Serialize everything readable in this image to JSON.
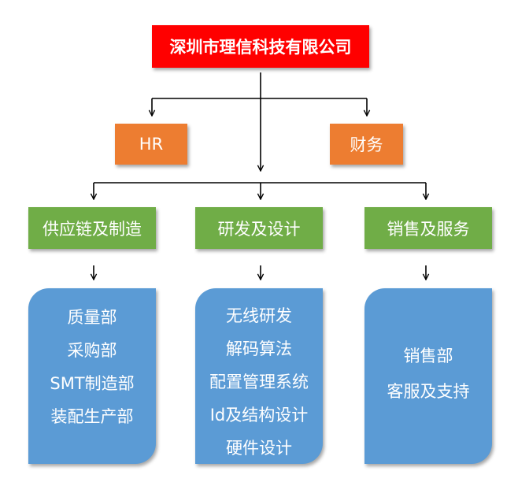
{
  "org": {
    "root": "深圳市理信科技有限公司",
    "hr": "HR",
    "finance": "财务",
    "departments": [
      {
        "name": "供应链及制造",
        "items": [
          "质量部",
          "采购部",
          "SMT制造部",
          "装配生产部"
        ]
      },
      {
        "name": "研发及设计",
        "items": [
          "无线研发",
          "解码算法",
          "配置管理系统",
          "Id及结构设计",
          "硬件设计"
        ]
      },
      {
        "name": "销售及服务",
        "items": [
          "销售部",
          "客服及支持"
        ]
      }
    ]
  },
  "colors": {
    "root": "#ff0000",
    "support": "#ed7d31",
    "department": "#70ad47",
    "panel": "#5b9bd5",
    "connector": "#000000"
  }
}
